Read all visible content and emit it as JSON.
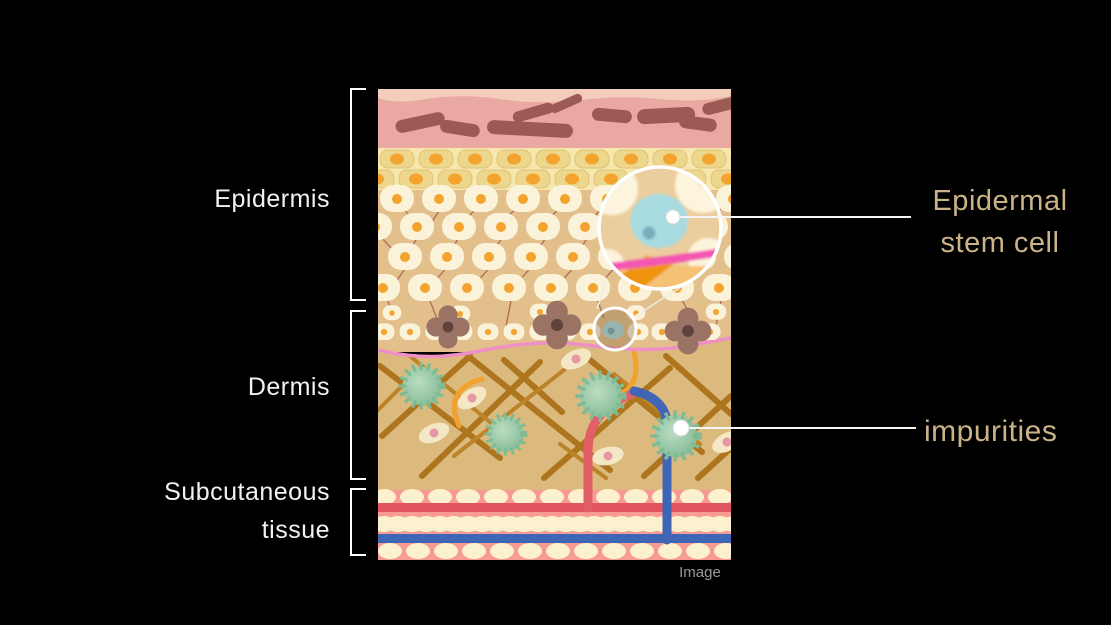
{
  "labels": {
    "epidermis": "Epidermis",
    "dermis": "Dermis",
    "subcutaneous": "Subcutaneous tissue"
  },
  "annotations": {
    "stem_cell": "Epidermal stem cell",
    "impurities": "impurities"
  },
  "caption": "Image",
  "colors": {
    "background": "#000000",
    "label_text": "#f2f2f2",
    "annotation_text": "#cbb287",
    "caption_text": "#999999",
    "bracket": "#ffffff",
    "leader_line": "#f5f5f5",
    "corneum_pink": "#eaa8a2",
    "corneum_blob_brown": "#9c5a55",
    "granulosum_yellow": "#f6e7ac",
    "granulosum_cell": "#ecd78c",
    "nucleus_orange": "#f3a42e",
    "spinosum_tan": "#e2bf8b",
    "spinosum_cell_cream": "#fbf2da",
    "dermis_tan": "#dcba7d",
    "collagen_brown": "#ad751e",
    "basement_membrane_pink": "#ee8fc6",
    "melanocyte_brown": "#9b7365",
    "impurity_green": "#7fba94",
    "vessel_red": "#e25f67",
    "vessel_blue": "#3f65b5",
    "subcutaneous_pink": "#f79b93",
    "fat_cell_cream": "#fbf1cf",
    "stem_cell_blue": "#a7dbe0"
  }
}
